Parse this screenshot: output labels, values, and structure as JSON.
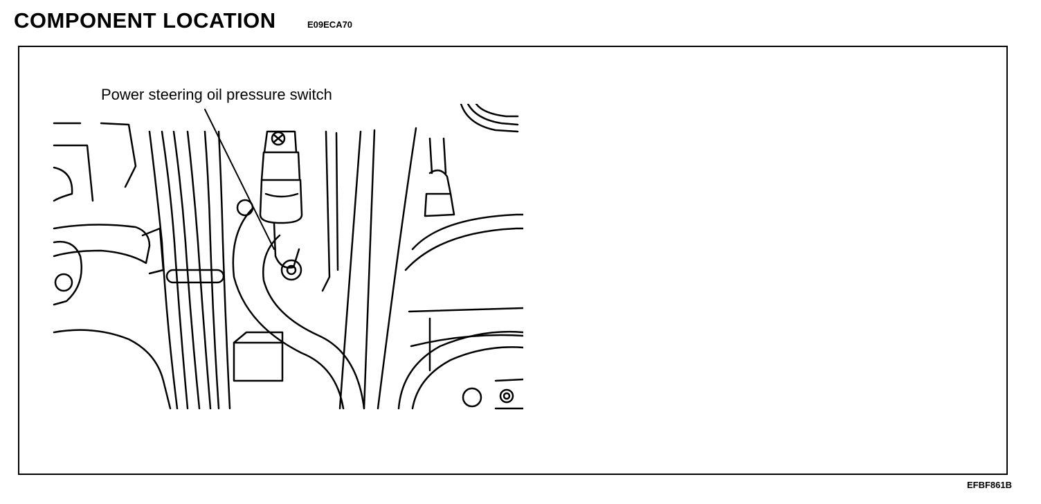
{
  "header": {
    "title": "COMPONENT LOCATION",
    "code": "E09ECA70"
  },
  "figure": {
    "callout_label": "Power steering oil pressure switch",
    "reference_code": "EFBF861B"
  }
}
